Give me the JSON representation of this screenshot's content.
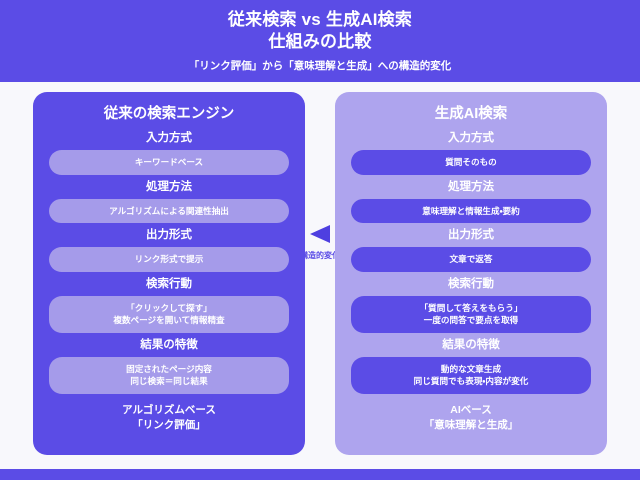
{
  "header": {
    "title_line1": "従来検索 vs 生成AI検索",
    "title_line2": "仕組みの比較",
    "subtitle": "「リンク評価」から「意味理解と生成」への構造的変化"
  },
  "center": {
    "arrow_icon": "triangle-left-icon",
    "label": "構造的変化"
  },
  "panels": {
    "left": {
      "heading": "従来の検索エンジン",
      "rows": [
        {
          "label": "入力方式",
          "value_lines": [
            "キーワードベース"
          ]
        },
        {
          "label": "処理方法",
          "value_lines": [
            "アルゴリズムによる関連性抽出"
          ]
        },
        {
          "label": "出力形式",
          "value_lines": [
            "リンク形式で提示"
          ]
        },
        {
          "label": "検索行動",
          "value_lines": [
            "「クリックして探す」",
            "複数ページを開いて情報精査"
          ]
        },
        {
          "label": "結果の特徴",
          "value_lines": [
            "固定されたページ内容",
            "同じ検索＝同じ結果"
          ]
        }
      ],
      "footer_lines": [
        "アルゴリズムベース",
        "「リンク評価」"
      ]
    },
    "right": {
      "heading": "生成AI検索",
      "rows": [
        {
          "label": "入力方式",
          "value_lines": [
            "質問そのもの"
          ]
        },
        {
          "label": "処理方法",
          "value_lines": [
            "意味理解と情報生成・要約"
          ]
        },
        {
          "label": "出力形式",
          "value_lines": [
            "文章で返答"
          ]
        },
        {
          "label": "検索行動",
          "value_lines": [
            "「質問して答えをもらう」",
            "一度の問答で要点を取得"
          ]
        },
        {
          "label": "結果の特徴",
          "value_lines": [
            "動的な文章生成",
            "同じ質問でも表現・内容が変化"
          ]
        }
      ],
      "footer_lines": [
        "AIベース",
        "「意味理解と生成」"
      ]
    }
  },
  "colors": {
    "brand_indigo": "#5b4ce6",
    "light_lavender": "#aea4ee",
    "pill_left": "#a59bea",
    "page_background": "#f8f8fc",
    "text_on_brand": "#ffffff"
  }
}
